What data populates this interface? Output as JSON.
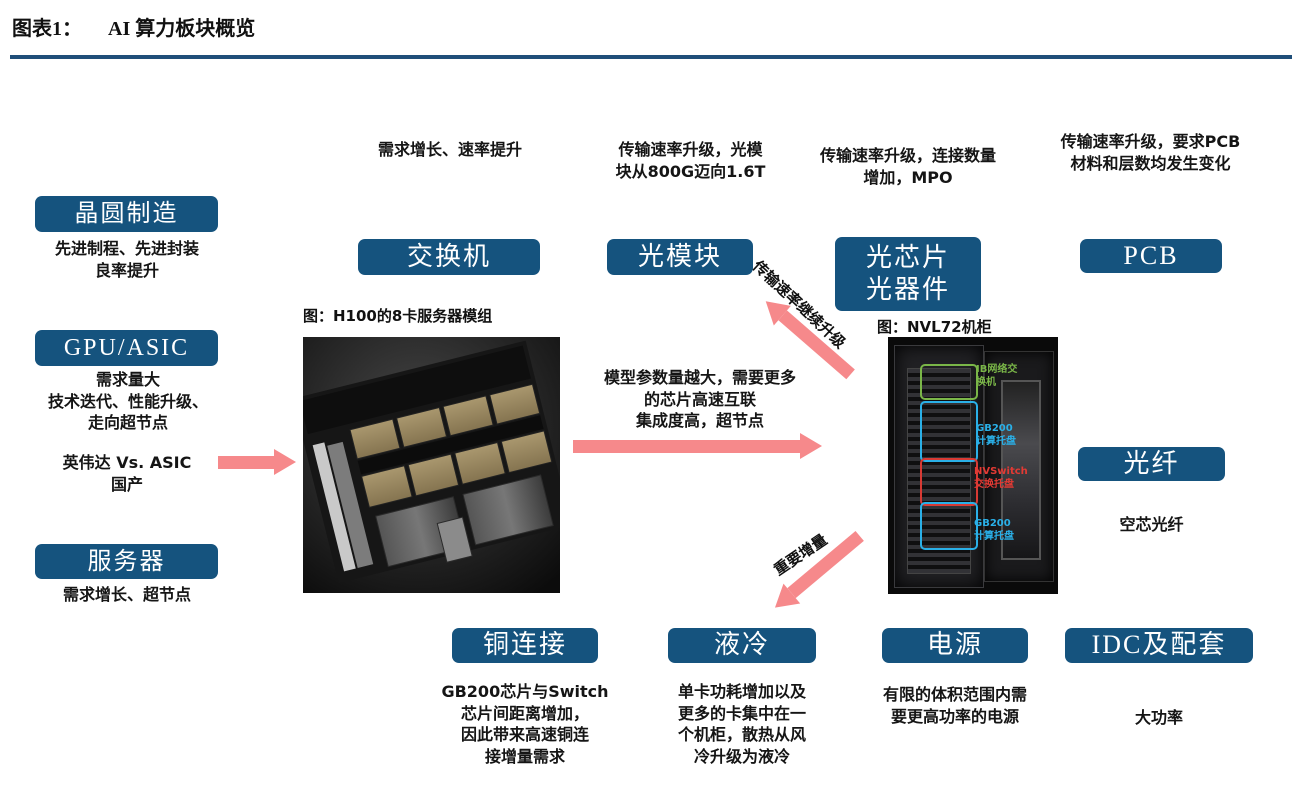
{
  "title": {
    "prefix": "图表1：",
    "text": "AI 算力板块概览"
  },
  "colors": {
    "rule": "#1f4e79",
    "node_box_bg": "#15537e",
    "node_box_text": "#ffffff",
    "arrow": "#f6898b",
    "annotation_green": "#7ab648",
    "annotation_blue": "#2ab0e8",
    "annotation_red": "#d83a34"
  },
  "left_column": {
    "wafer": {
      "label": "晶圆制造",
      "desc": "先进制程、先进封装\n良率提升"
    },
    "gpu": {
      "label": "GPU/ASIC",
      "desc": "需求量大\n技术迭代、性能升级、\n走向超节点",
      "desc2": "英伟达 Vs. ASIC\n国产"
    },
    "server": {
      "label": "服务器",
      "desc": "需求增长、超节点"
    }
  },
  "top_row": {
    "switch": {
      "label": "交换机",
      "note": "需求增长、速率提升"
    },
    "optical_module": {
      "label": "光模块",
      "note": "传输速率升级，光模\n块从800G迈向1.6T"
    },
    "optical_chip": {
      "label": "光芯片\n光器件",
      "note": "传输速率升级，连接数量\n增加，MPO"
    },
    "pcb": {
      "label": "PCB",
      "note": "传输速率升级，要求PCB\n材料和层数均发生变化"
    }
  },
  "right_column": {
    "fiber": {
      "label": "光纤",
      "desc": "空芯光纤"
    }
  },
  "bottom_row": {
    "copper": {
      "label": "铜连接",
      "desc": "GB200芯片与Switch\n芯片间距离增加，\n因此带来高速铜连\n接增量需求"
    },
    "cooling": {
      "label": "液冷",
      "desc": "单卡功耗增加以及\n更多的卡集中在一\n个机柜，散热从风\n冷升级为液冷"
    },
    "power": {
      "label": "电源",
      "desc": "有限的体积范围内需\n要更高功率的电源"
    },
    "idc": {
      "label": "IDC及配套",
      "desc": "大功率"
    }
  },
  "center": {
    "note": "模型参数量越大，需要更多\n的芯片高速互联\n集成度高，超节点",
    "up_arrow_label": "传输速率继续升级",
    "down_arrow_label": "重要增量"
  },
  "images": {
    "h100": {
      "caption": "图：H100的8卡服务器模组"
    },
    "nvl72": {
      "caption": "图：NVL72机柜",
      "annotations": [
        {
          "label": "IB网络交\n换机",
          "color": "#7ab648"
        },
        {
          "label": "GB200\n计算托盘",
          "color": "#2ab0e8"
        },
        {
          "label": "NVSwitch\n交换托盘",
          "color": "#d83a34"
        },
        {
          "label": "GB200\n计算托盘",
          "color": "#2ab0e8"
        }
      ]
    }
  }
}
